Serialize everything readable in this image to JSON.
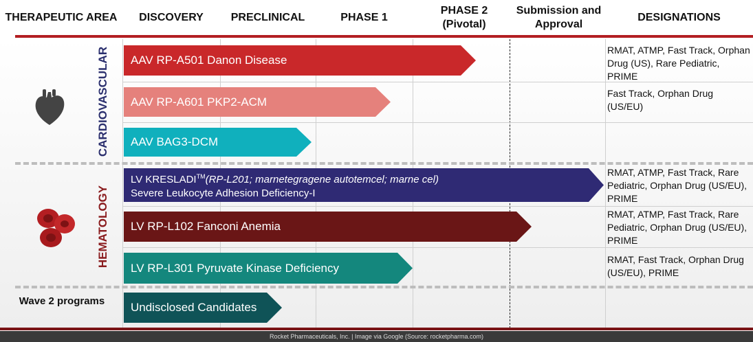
{
  "headers": {
    "area": "THERAPEUTIC AREA",
    "discovery": "DISCOVERY",
    "preclinical": "PRECLINICAL",
    "phase1": "PHASE 1",
    "phase2": "PHASE 2 (Pivotal)",
    "submission": "Submission and Approval",
    "designations": "DESIGNATIONS"
  },
  "areas": {
    "cardio": "CARDIOVASCULAR",
    "heme": "HEMATOLOGY",
    "wave2": "Wave 2 programs"
  },
  "programs": [
    {
      "label": "AAV RP-A501 Danon Disease",
      "designations": "RMAT, ATMP, Fast Track, Orphan Drug (US), Rare Pediatric, PRIME",
      "color": "#c9282a",
      "stage": "Phase 2 (Pivotal)"
    },
    {
      "label": "AAV RP-A601 PKP2-ACM",
      "designations": "Fast Track, Orphan Drug (US/EU)",
      "color": "#e5817c",
      "stage": "Phase 1"
    },
    {
      "label": "AAV BAG3-DCM",
      "designations": "",
      "color": "#10b0bd",
      "stage": "Preclinical"
    },
    {
      "label": "LV KRESLADI",
      "tm": "TM",
      "label_italic": "(RP-L201; marnetegragene autotemcel; marne cel)",
      "sublabel": "Severe Leukocyte Adhesion Deficiency-I",
      "designations": "RMAT, ATMP, Fast Track, Rare Pediatric, Orphan Drug (US/EU), PRIME",
      "color": "#2f2a74",
      "stage": "Submission and Approval"
    },
    {
      "label": "LV RP-L102 Fanconi Anemia",
      "designations": "RMAT, ATMP, Fast Track, Rare Pediatric, Orphan Drug (US/EU), PRIME",
      "color": "#6a1616",
      "stage": "Submission and Approval"
    },
    {
      "label": "LV RP-L301 Pyruvate Kinase Deficiency",
      "designations": "RMAT, Fast Track, Orphan Drug (US/EU), PRIME",
      "color": "#14877d",
      "stage": "Phase 1"
    },
    {
      "label": "Undisclosed Candidates",
      "color": "#0f5357",
      "stage": "Preclinical"
    }
  ],
  "footer": "Rocket Pharmaceuticals, Inc. | Image via Google (Source: rocketpharma.com)"
}
